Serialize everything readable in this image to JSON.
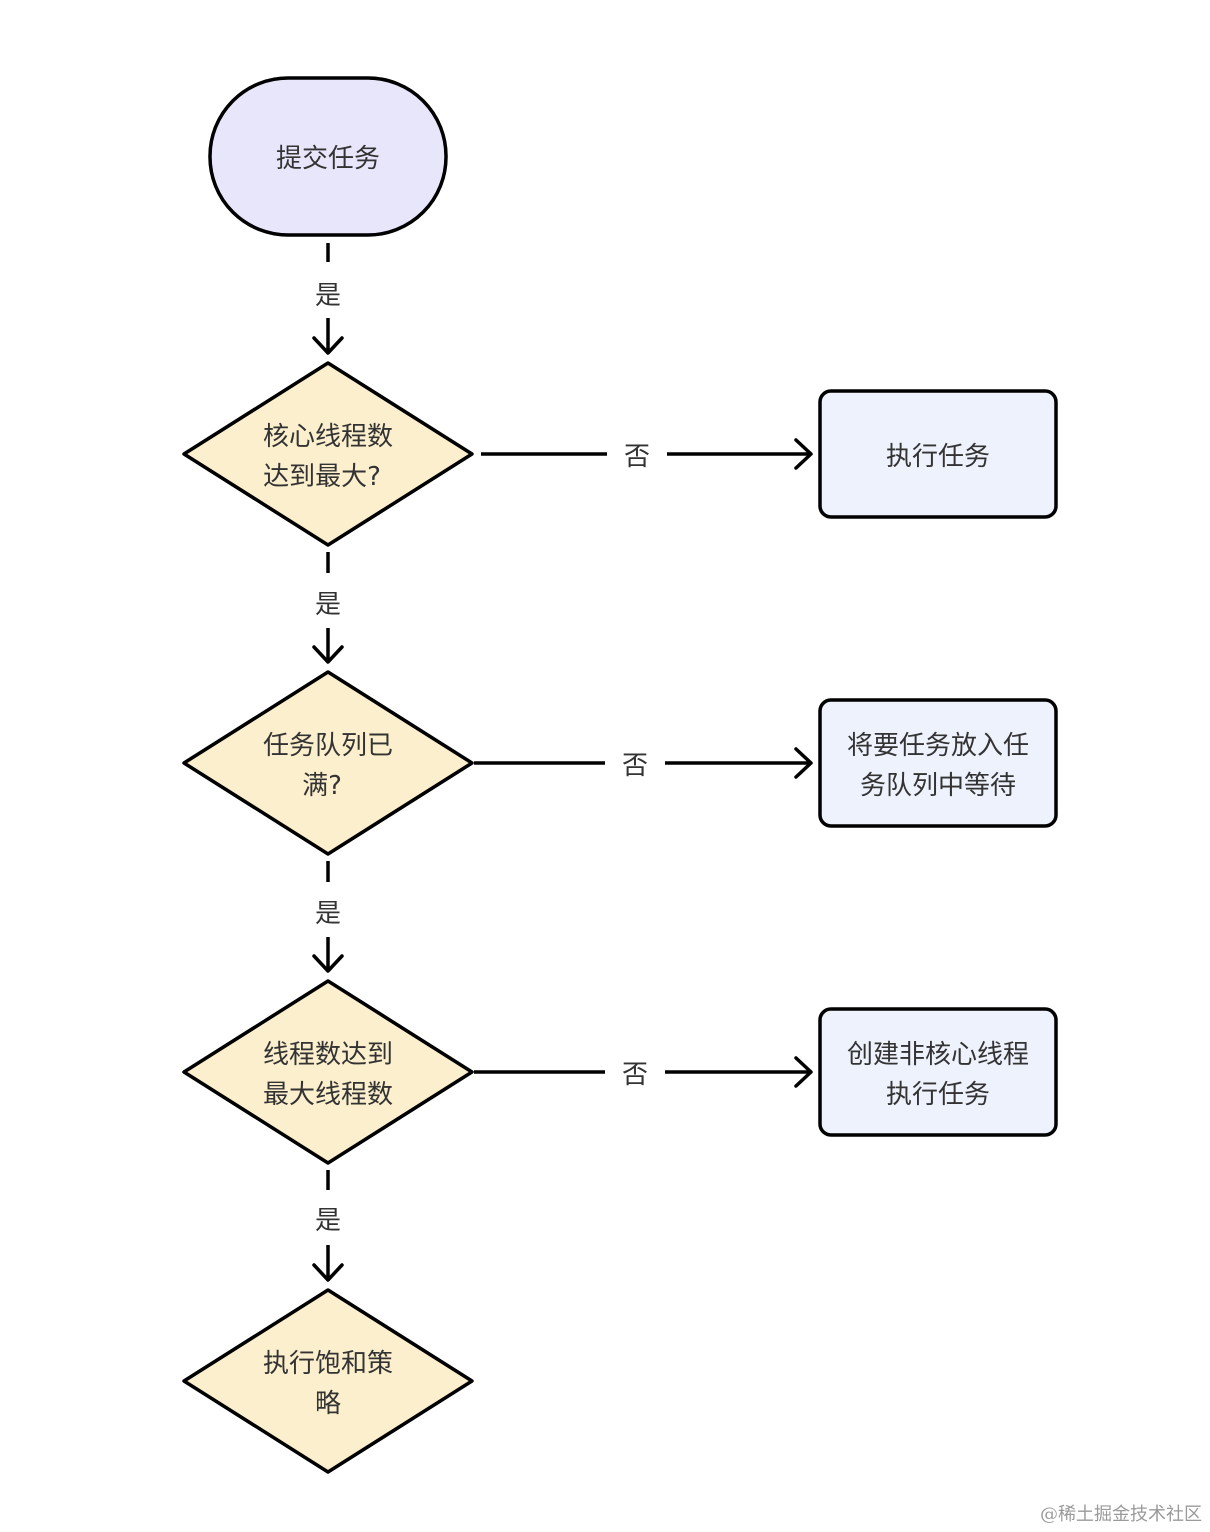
{
  "colors": {
    "stroke": "#000000",
    "text": "#333333",
    "start_fill": "#e8e6fb",
    "decision_fill": "#fbefcd",
    "process_fill": "#eef2fd",
    "background": "#ffffff",
    "watermark": "#9a9a9a"
  },
  "nodes": {
    "start": {
      "shape": "terminal",
      "lines": [
        "提交任务"
      ]
    },
    "decision_core": {
      "shape": "decision",
      "lines": [
        "核心线程数",
        "达到最大?"
      ]
    },
    "decision_queue": {
      "shape": "decision",
      "lines": [
        "任务队列已",
        "满?"
      ]
    },
    "decision_max": {
      "shape": "decision",
      "lines": [
        "线程数达到",
        "最大线程数"
      ]
    },
    "decision_reject": {
      "shape": "decision",
      "lines": [
        "执行饱和策",
        "略"
      ]
    },
    "process_execute": {
      "shape": "process",
      "lines": [
        "执行任务"
      ]
    },
    "process_enqueue": {
      "shape": "process",
      "lines": [
        "将要任务放入任",
        "务队列中等待"
      ]
    },
    "process_create": {
      "shape": "process",
      "lines": [
        "创建非核心线程",
        "执行任务"
      ]
    }
  },
  "edges": {
    "start_to_core": {
      "from": "提交任务",
      "to": "核心线程数达到最大?",
      "label": "是"
    },
    "core_to_queue": {
      "from": "核心线程数达到最大?",
      "to": "任务队列已满?",
      "label": "是"
    },
    "queue_to_max": {
      "from": "任务队列已满?",
      "to": "线程数达到最大线程数",
      "label": "是"
    },
    "max_to_reject": {
      "from": "线程数达到最大线程数",
      "to": "执行饱和策略",
      "label": "是"
    },
    "core_to_execute": {
      "from": "核心线程数达到最大?",
      "to": "执行任务",
      "label": "否"
    },
    "queue_to_enqueue": {
      "from": "任务队列已满?",
      "to": "将要任务放入任务队列中等待",
      "label": "否"
    },
    "max_to_create": {
      "from": "线程数达到最大线程数",
      "to": "创建非核心线程执行任务",
      "label": "否"
    }
  },
  "watermark": "@稀土掘金技术社区"
}
